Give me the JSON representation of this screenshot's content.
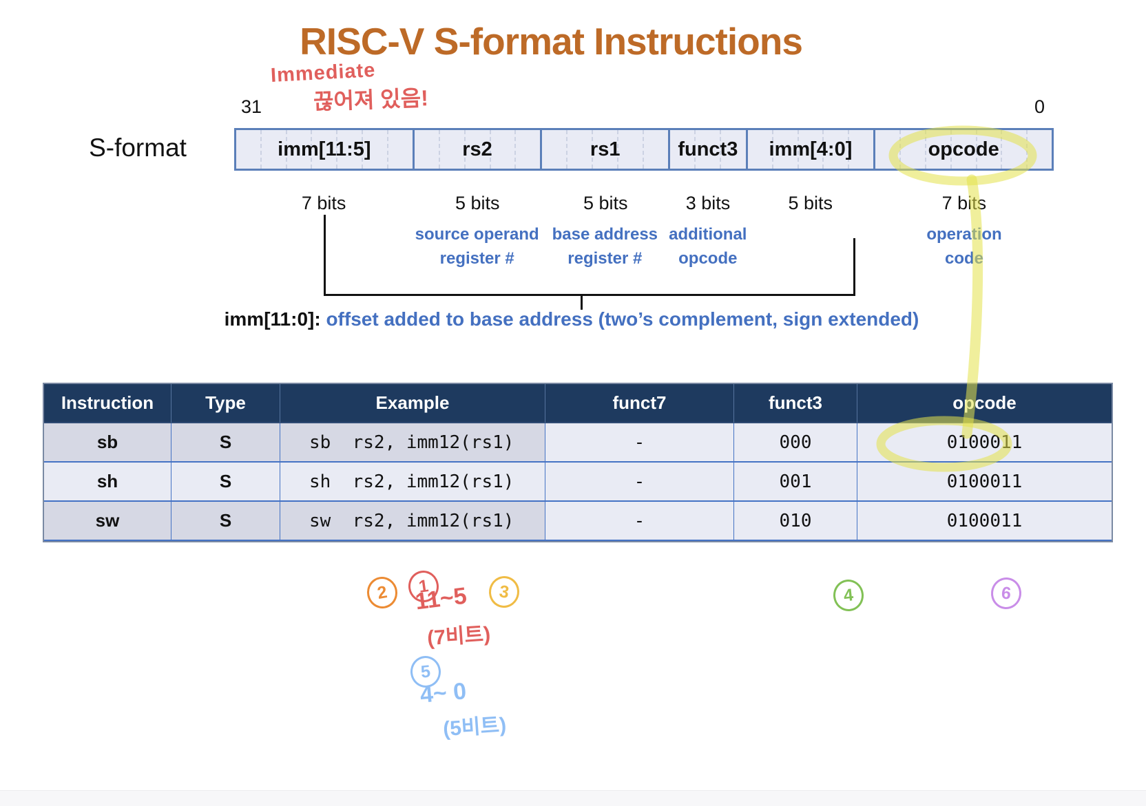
{
  "title": "RISC-V S-format Instructions",
  "title_color": "#bd6a27",
  "handwriting": {
    "immediate_note": "Immediate",
    "korean_note": "끊어져 있음!",
    "imm_high_range": "11~5",
    "imm_high_bits_kr": "(7비트)",
    "imm_low_range": "4~ 0",
    "imm_low_bits_kr": "(5비트)",
    "highlight_color": "#e4e14a"
  },
  "format": {
    "label": "S-format",
    "bit_high": "31",
    "bit_low": "0",
    "fields": [
      {
        "label": "imm[11:5]",
        "bits_label": "7 bits",
        "desc": ""
      },
      {
        "label": "rs2",
        "bits_label": "5 bits",
        "desc": "source operand\nregister #"
      },
      {
        "label": "rs1",
        "bits_label": "5 bits",
        "desc": "base address\nregister #"
      },
      {
        "label": "funct3",
        "bits_label": "3 bits",
        "desc": "additional\nopcode"
      },
      {
        "label": "imm[4:0]",
        "bits_label": "5 bits",
        "desc": ""
      },
      {
        "label": "opcode",
        "bits_label": "7 bits",
        "desc": "operation\ncode"
      }
    ],
    "imm_note_prefix": "imm[11:0]:",
    "imm_note": " offset added to base address (two’s complement, sign extended)"
  },
  "table": {
    "headers": [
      "Instruction",
      "Type",
      "Example",
      "funct7",
      "funct3",
      "opcode"
    ],
    "rows": [
      {
        "cells": [
          "sb",
          "S",
          "sb  rs2, imm12(rs1)",
          "-",
          "000",
          "0100011"
        ]
      },
      {
        "cells": [
          "sh",
          "S",
          "sh  rs2, imm12(rs1)",
          "-",
          "001",
          "0100011"
        ]
      },
      {
        "cells": [
          "sw",
          "S",
          "sw  rs2, imm12(rs1)",
          "-",
          "010",
          "0100011"
        ]
      }
    ]
  },
  "circled_numbers": [
    {
      "label": "1",
      "color": "#e05f5c"
    },
    {
      "label": "2",
      "color": "#ec8b33"
    },
    {
      "label": "3",
      "color": "#f0bc45"
    },
    {
      "label": "4",
      "color": "#82c156"
    },
    {
      "label": "5",
      "color": "#8fbef5"
    },
    {
      "label": "6",
      "color": "#c98de8"
    }
  ]
}
